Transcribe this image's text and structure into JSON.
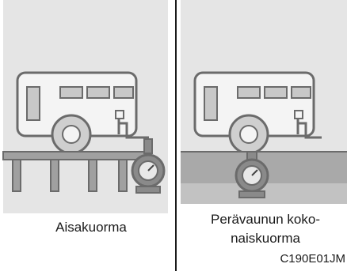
{
  "panels": [
    {
      "caption": "Aisakuorma"
    },
    {
      "caption_line1": "Perävaunun koko-",
      "caption_line2": "naiskuorma"
    }
  ],
  "figure_code": "C190E01JM",
  "colors": {
    "panel_bg": "#e5e5e5",
    "divider": "#1a1a1a",
    "bus_fill": "#f4f4f4",
    "bus_stroke": "#6b6b6b",
    "window_fill": "#c8c8c8",
    "platform_fill": "#a0a0a0",
    "scale_fill": "#8a8a8a"
  },
  "icons": [
    "trailer-icon",
    "wheel-icon",
    "scale-gauge-icon",
    "platform-icon",
    "ground-icon"
  ]
}
